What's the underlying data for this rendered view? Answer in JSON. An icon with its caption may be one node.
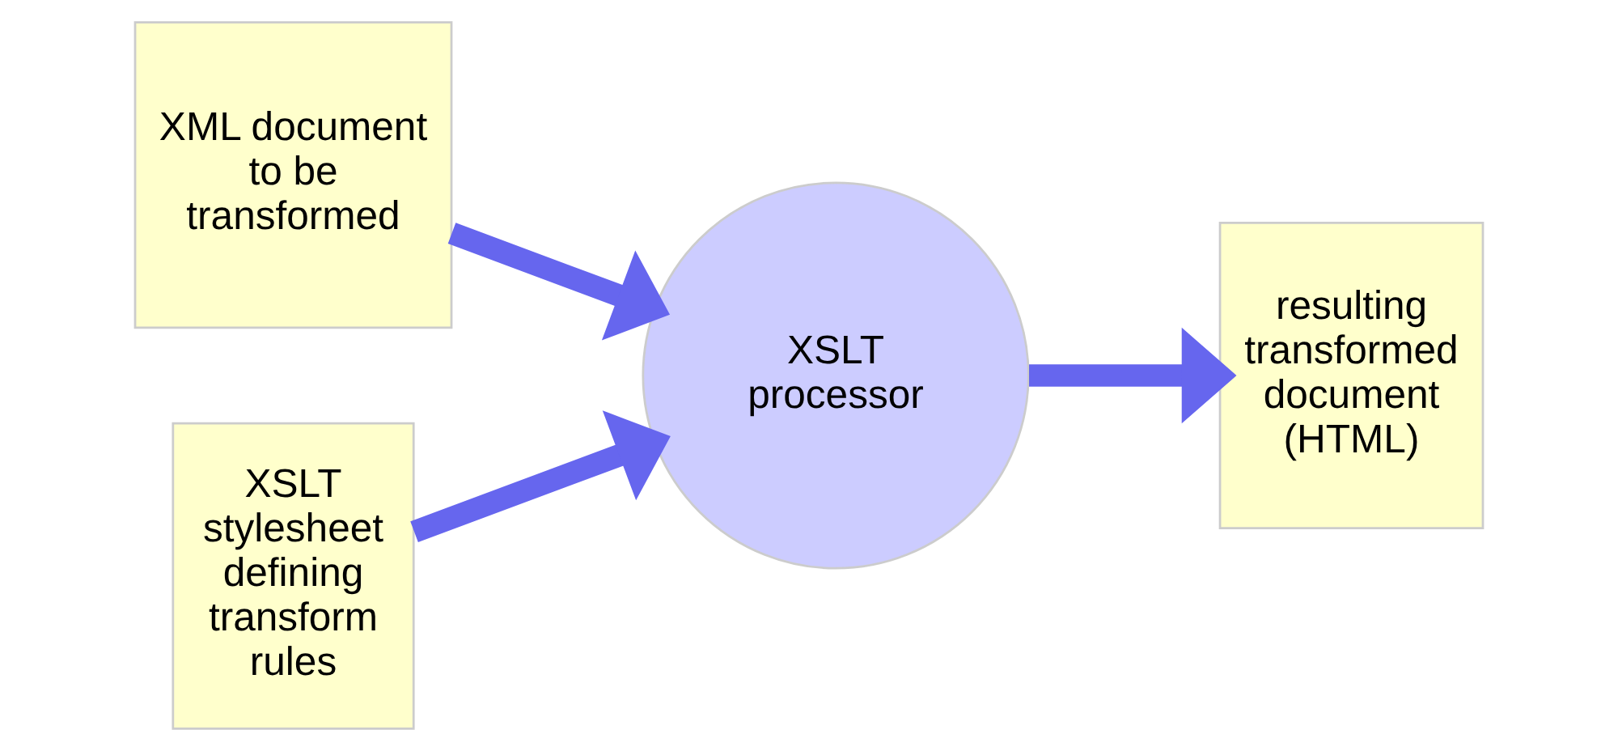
{
  "diagram": {
    "nodes": [
      {
        "text": [
          "XML document to be transformed"
        ]
      },
      {
        "text": [
          "XSLT stylesheet defining transform rules"
        ]
      },
      {
        "text": [
          "XSLT processor"
        ]
      },
      {
        "text": [
          "resulting transformed document (HTML)"
        ]
      }
    ],
    "edges": [
      {
        "from": 0,
        "to": 2,
        "arrow": "to"
      },
      {
        "from": 1,
        "to": 2,
        "arrow": "to"
      },
      {
        "from": 2,
        "to": 3,
        "arrow": "to"
      }
    ]
  }
}
